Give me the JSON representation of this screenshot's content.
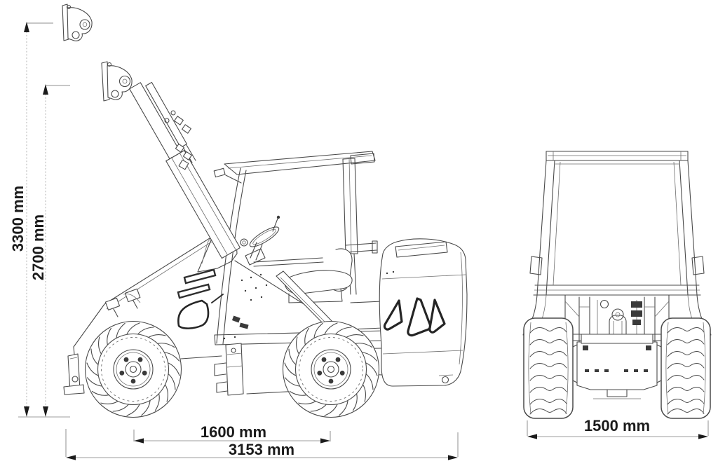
{
  "drawing": {
    "unit": "mm",
    "colors": {
      "background": "#ffffff",
      "line": "#4a4a4a",
      "dimension_line": "#9c9c9c",
      "text": "#1b1b1b"
    }
  },
  "dimensions": {
    "height_outer": "3300 mm",
    "height_inner": "2700 mm",
    "length_inner": "1600 mm",
    "length_outer": "3153 mm",
    "width_front": "1500 mm"
  }
}
